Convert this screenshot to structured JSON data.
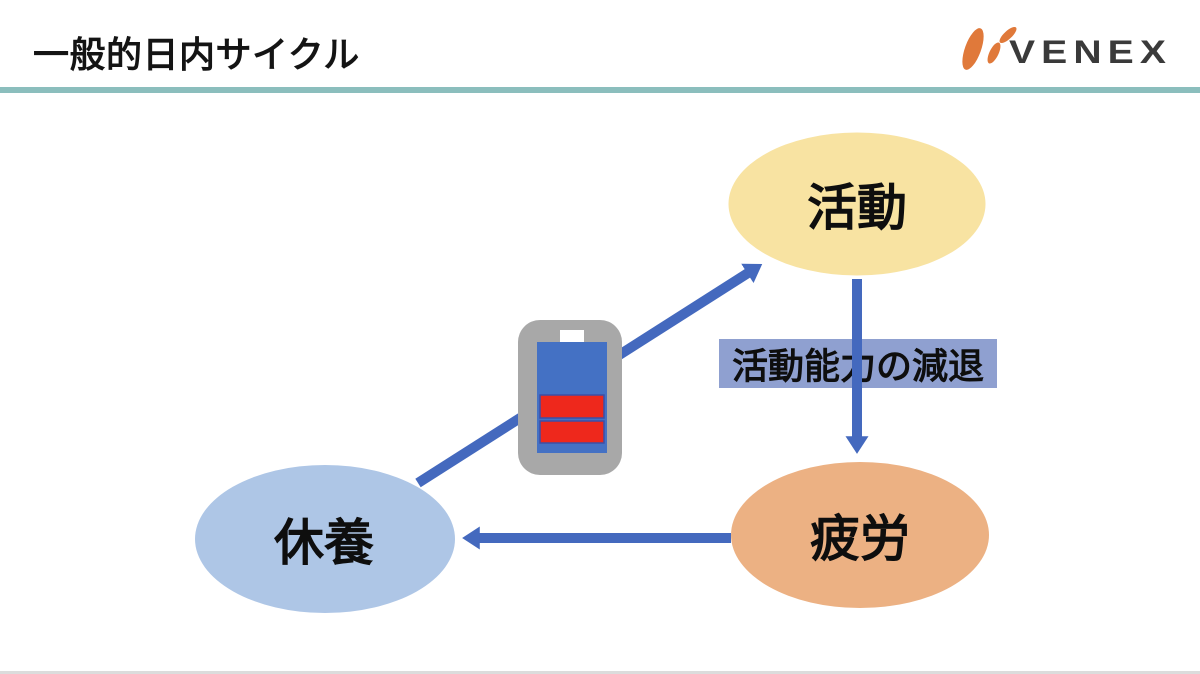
{
  "slide": {
    "title": "一般的日内サイクル",
    "divider_color": "#8BBEBD",
    "background_color": "#FFFFFF"
  },
  "logo": {
    "text": "VENEX",
    "mark_color": "#E0793A",
    "text_color": "#3A3A3A"
  },
  "diagram": {
    "nodes": [
      {
        "id": "activity",
        "label": "活動",
        "fill": "#F8E3A2"
      },
      {
        "id": "fatigue",
        "label": "疲労",
        "fill": "#ECB183"
      },
      {
        "id": "rest",
        "label": "休養",
        "fill": "#AEC6E6"
      }
    ],
    "arrows": [
      {
        "from": "rest",
        "to": "activity"
      },
      {
        "from": "activity",
        "to": "fatigue"
      },
      {
        "from": "fatigue",
        "to": "rest"
      }
    ],
    "edge_label": {
      "text": "活動能力の減退",
      "fill": "#8FA0D0"
    },
    "arrow_color": "#4469BE",
    "battery_icon": {
      "body_color": "#A8A8A8",
      "nub_color": "#FFFFFF",
      "level_color": "#4471C4",
      "low_bars_color": "#EE281C"
    }
  }
}
